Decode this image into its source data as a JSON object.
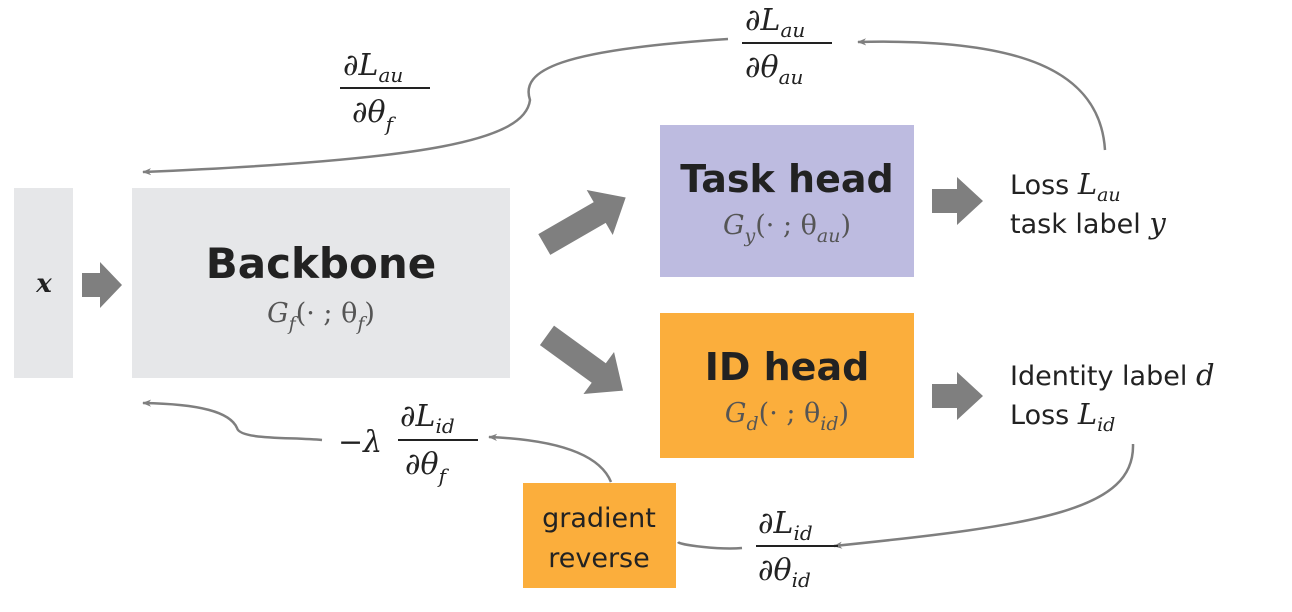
{
  "input": {
    "label": "x"
  },
  "backbone": {
    "title": "Backbone",
    "func": "G",
    "sub": "f",
    "args": "(· ;  θ",
    "param_sub": "f",
    "close": ")"
  },
  "task_head": {
    "title": "Task head",
    "func": "G",
    "sub": "y",
    "args": "(· ;  θ",
    "param_sub": "au",
    "close": ")"
  },
  "id_head": {
    "title": "ID head",
    "func": "G",
    "sub": "d",
    "args": "(· ; θ",
    "param_sub": "id",
    "close": ")"
  },
  "task_output": {
    "line1_text": "Loss ",
    "line1_var": "L",
    "line1_sub": "au",
    "line2_text": "task label ",
    "line2_var": "y"
  },
  "id_output": {
    "line1_text": "Identity label ",
    "line1_var": "d",
    "line2_text": "Loss ",
    "line2_var": "L",
    "line2_sub": "id"
  },
  "gradient_reverse": {
    "line1": "gradient",
    "line2": "reverse"
  },
  "grad_au_theta_au": {
    "num": "∂L",
    "num_sub": "au",
    "den": "∂θ",
    "den_sub": "au"
  },
  "grad_au_theta_f": {
    "num": "∂L",
    "num_sub": "au",
    "den": "∂θ",
    "den_sub": "f"
  },
  "grad_id_theta_id": {
    "num": "∂L",
    "num_sub": "id",
    "den": "∂θ",
    "den_sub": "id"
  },
  "grad_reversed": {
    "prefix": "−λ",
    "num": "∂L",
    "num_sub": "id",
    "den": "∂θ",
    "den_sub": "f"
  },
  "colors": {
    "block_gray": "#e6e7e9",
    "task_head": "#bdbbe0",
    "id_head": "#fbae3c",
    "arrow": "#7f7f7f",
    "curve": "#7f7f7f",
    "text": "#222222"
  }
}
